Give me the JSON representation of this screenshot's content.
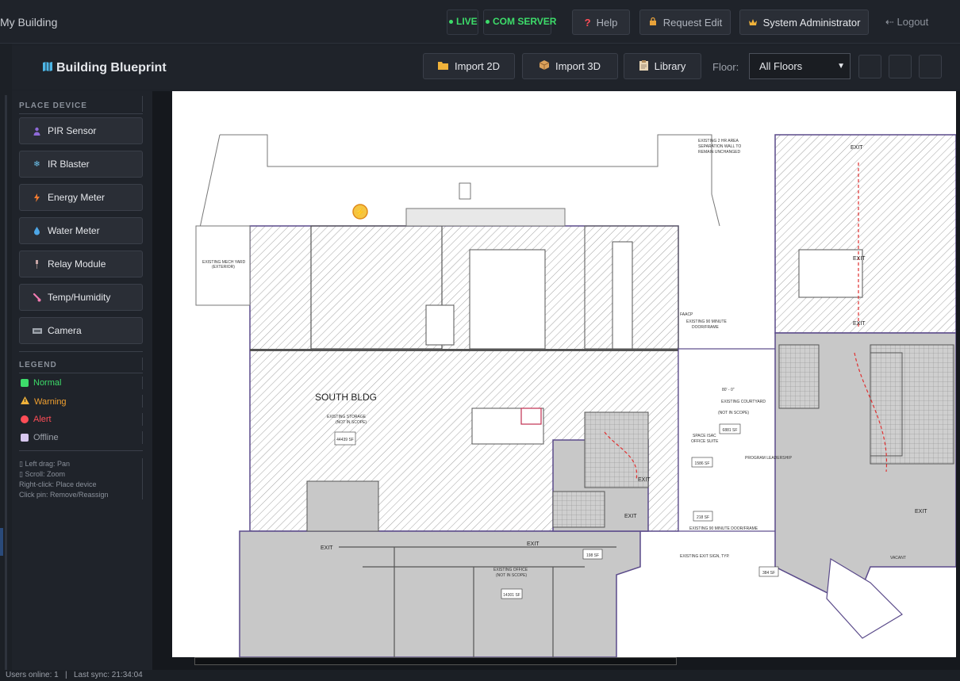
{
  "topbar": {
    "app_title": "My Building",
    "status_live": "LIVE",
    "status_server": "COM SERVER",
    "help": "Help",
    "request_edit": "Request Edit",
    "admin": "System Administrator",
    "logout": "Logout"
  },
  "header": {
    "title": "Building Blueprint",
    "import_2d": "Import 2D",
    "import_3d": "Import 3D",
    "library": "Library",
    "floor_label": "Floor:",
    "floor_value": "All Floors"
  },
  "sidebar": {
    "place_device_title": "PLACE DEVICE",
    "devices": [
      {
        "label": "PIR Sensor",
        "icon": "person-icon"
      },
      {
        "label": "IR Blaster",
        "icon": "snowflake-icon"
      },
      {
        "label": "Energy Meter",
        "icon": "bolt-icon"
      },
      {
        "label": "Water Meter",
        "icon": "droplet-icon"
      },
      {
        "label": "Relay Module",
        "icon": "relay-icon"
      },
      {
        "label": "Temp/Humidity",
        "icon": "thermometer-icon"
      },
      {
        "label": "Camera",
        "icon": "camera-icon"
      }
    ],
    "legend_title": "LEGEND",
    "legend": [
      {
        "label": "Normal",
        "color": "#3ddc6a"
      },
      {
        "label": "Warning",
        "color": "#f0a030"
      },
      {
        "label": "Alert",
        "color": "#ff4d57"
      },
      {
        "label": "Offline",
        "color": "#9ca1aa"
      }
    ],
    "help": [
      "Left drag: Pan",
      "Scroll: Zoom",
      "Right-click: Place device",
      "Click pin: Remove/Reassign"
    ]
  },
  "blueprint": {
    "south_bldg": "SOUTH BLDG",
    "existing_storage": "EXISTING STORAGE",
    "not_in_scope": "(NOT IN SCOPE)",
    "existing_office": "EXISTING OFFICE",
    "existing_courtyard": "EXISTING COURTYARD",
    "space_isac": "SPACE ISAC",
    "office_suite": "OFFICE SUITE",
    "program_leadership": "PROGRAM LEADERSHIP",
    "mech_yard": "EXISTING MECH YARD",
    "exterior": "(EXTERIOR)",
    "exit": "EXIT",
    "separation_wall_1": "EXISTING 2 HR AREA",
    "separation_wall_2": "SEPARATION WALL TO",
    "separation_wall_3": "REMAIN UNCHANGED",
    "door_frame_1": "EXISTING 90 MINUTE",
    "door_frame_2": "DOOR/FRAME",
    "door_frame_long": "EXISTING 90 MINUTE DOOR/FRAME",
    "exit_sign": "EXISTING EXIT SIGN, TYP.",
    "vacant": "VACANT",
    "faacp": "FAACP",
    "dimension": "80' - 0\"",
    "area_1": "6881 SF",
    "area_2": "1586 SF",
    "area_3": "218 SF",
    "area_4": "384 SF",
    "area_5": "198 SF",
    "area_6": "14301 SF",
    "area_7": "44439 SF"
  },
  "footer": {
    "users": "Users online: 1",
    "sep": "|",
    "sync": "Last sync: 21:34:04"
  }
}
